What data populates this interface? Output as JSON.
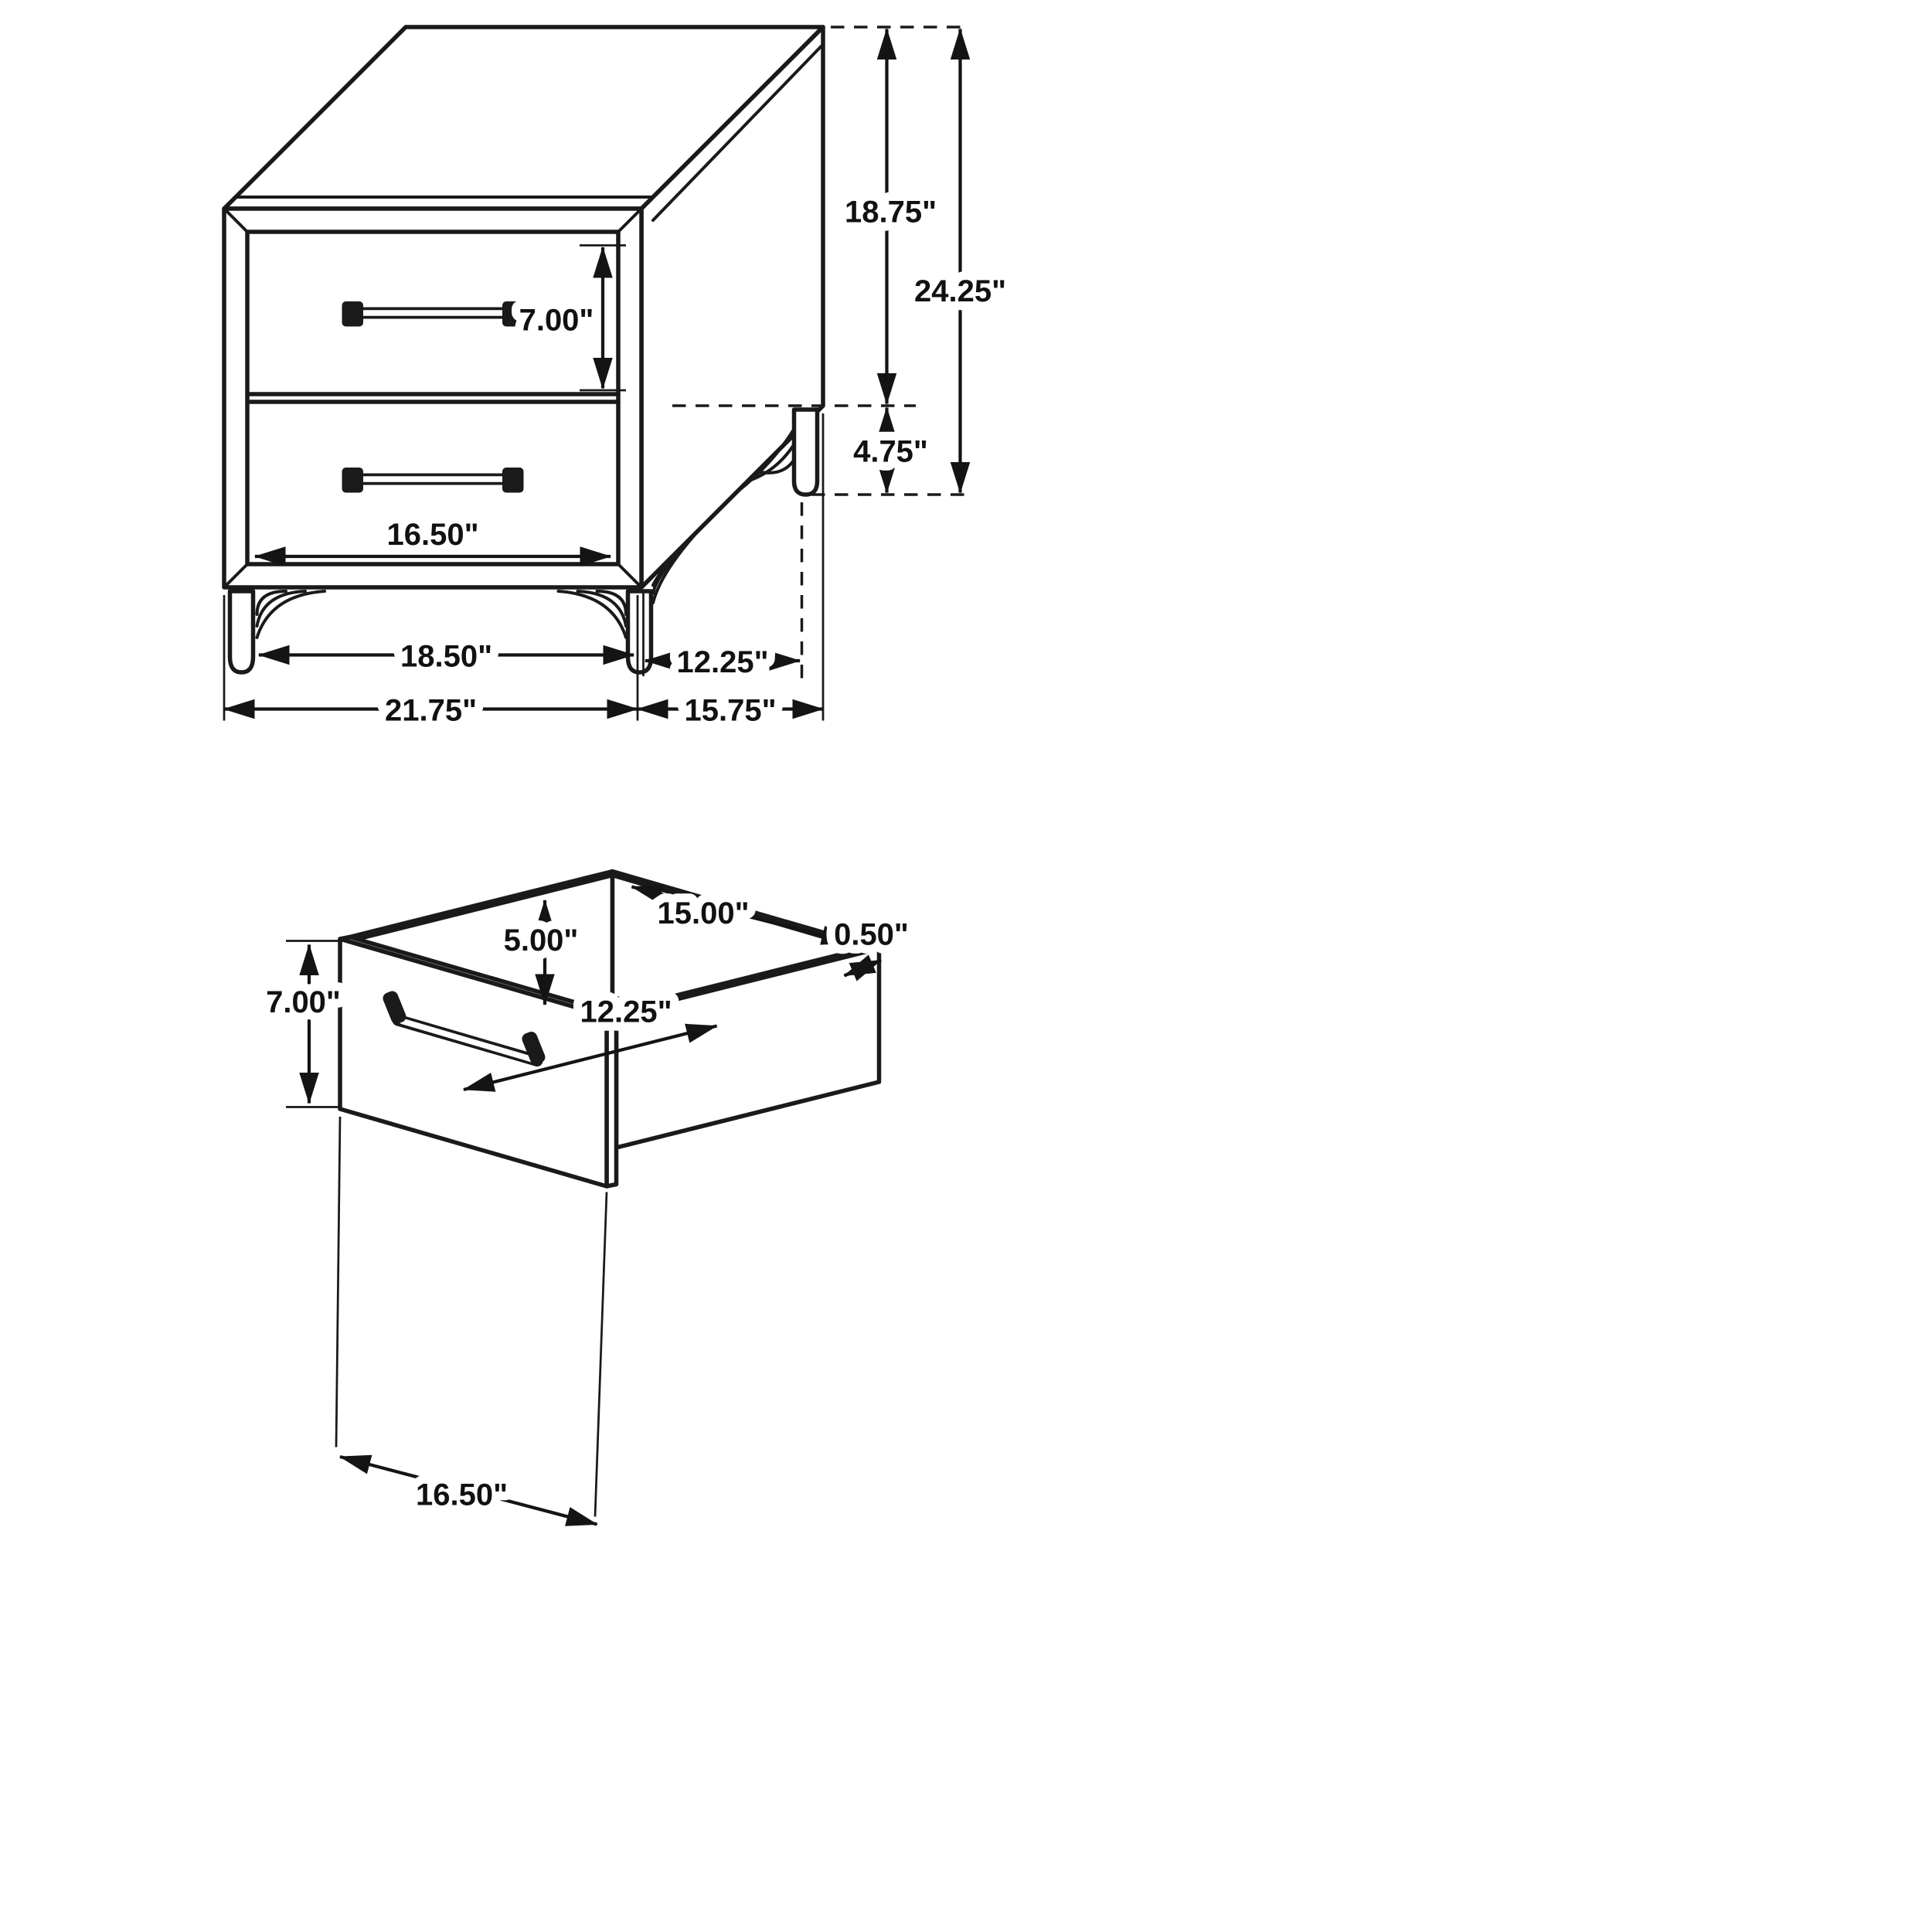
{
  "colors": {
    "line": "#1a1a1a",
    "text": "#111111",
    "background": "#ffffff"
  },
  "nightstand": {
    "dims": {
      "drawer_opening_height": "7.00\"",
      "case_height": "18.75\"",
      "overall_height": "24.25\"",
      "leg_height": "4.75\"",
      "drawer_front_width": "16.50\"",
      "front_leg_span": "18.50\"",
      "side_leg_span": "12.25\"",
      "overall_width": "21.75\"",
      "overall_depth": "15.75\""
    }
  },
  "drawer": {
    "dims": {
      "front_height": "7.00\"",
      "interior_height": "5.00\"",
      "interior_length": "15.00\"",
      "panel_thickness": "0.50\"",
      "interior_depth": "12.25\"",
      "front_width": "16.50\""
    }
  }
}
